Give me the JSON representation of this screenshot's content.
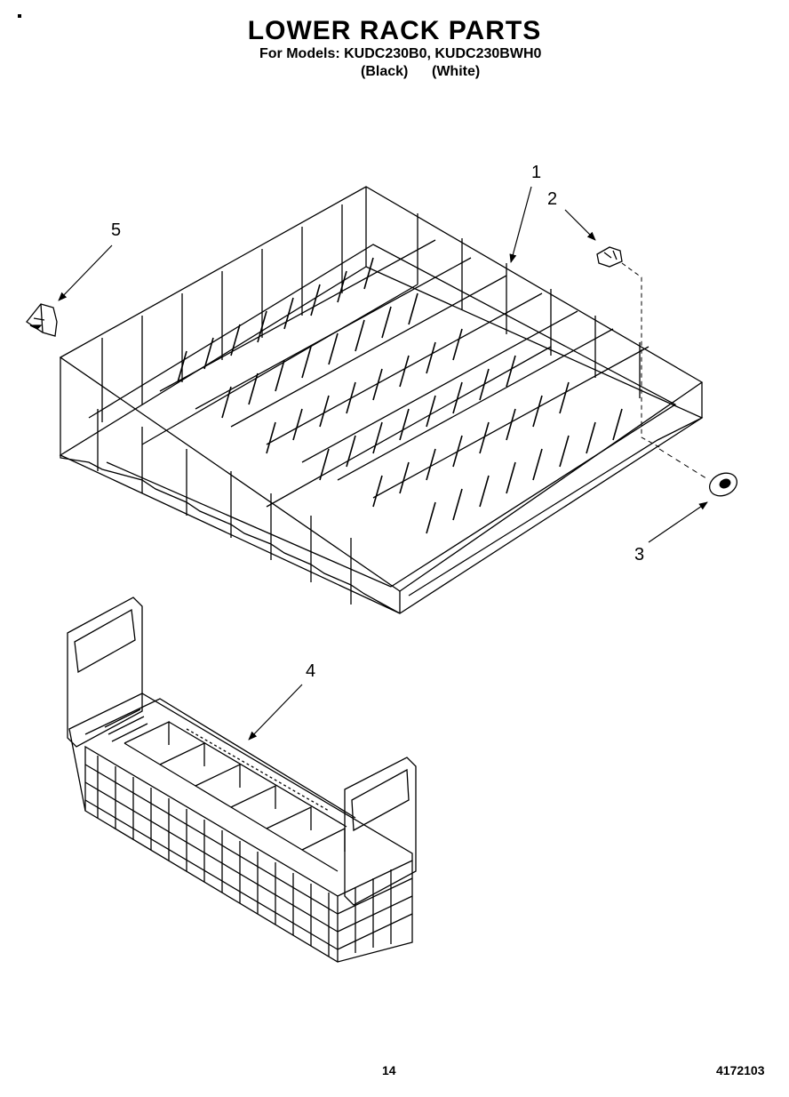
{
  "header": {
    "title": "LOWER RACK PARTS",
    "subtitle": "For Models: KUDC230B0, KUDC230BWH0",
    "variant_black": "(Black)",
    "variant_white": "(White)"
  },
  "callouts": [
    "1",
    "2",
    "3",
    "4",
    "5"
  ],
  "footer": {
    "page_number": "14",
    "document_number": "4172103"
  }
}
